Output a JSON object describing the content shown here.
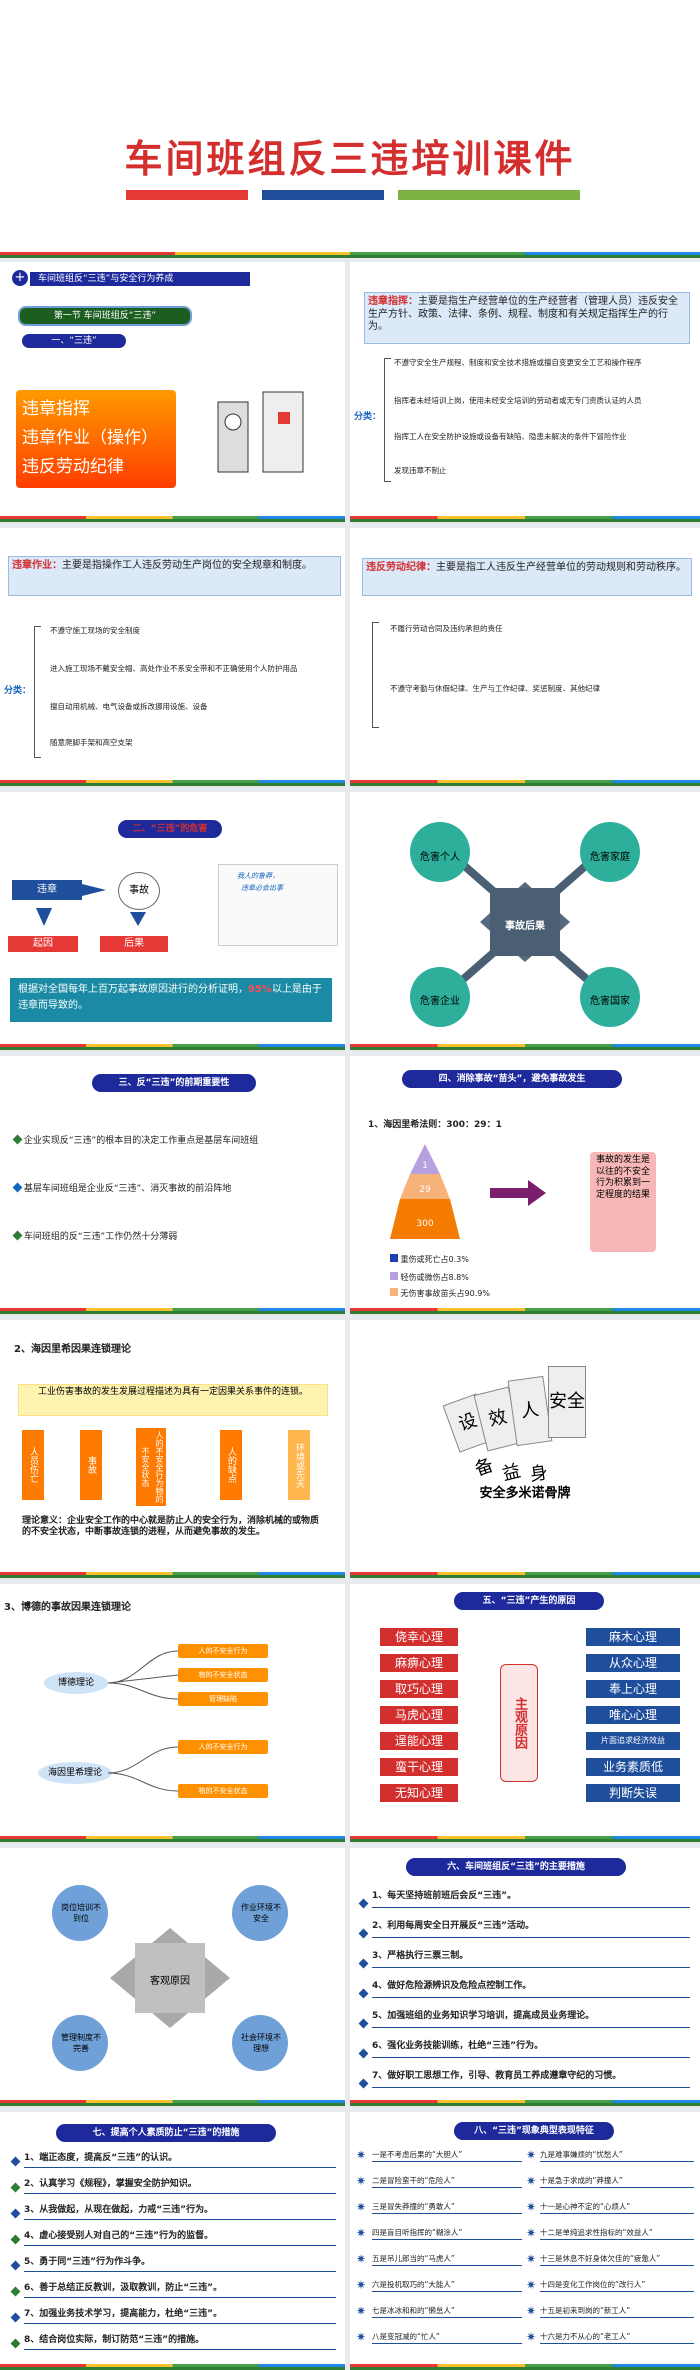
{
  "title": "车间班组反三违培训课件",
  "s2": {
    "banner": "车间班组反“三违”与安全行为养成",
    "section": "第一节  车间班组反“三违”",
    "sub": "一、“三违”",
    "items": [
      "违章指挥",
      "违章作业（操作）",
      "违反劳动纪律"
    ]
  },
  "s3": {
    "term": "违章指挥：",
    "text": "主要是指生产经营单位的生产经营者（管理人员）违反安全生产方针、政策、法律、条例、规程、制度和有关规定指挥生产的行为。",
    "cls": "分类：",
    "list": [
      "不遵守安全生产规程、制度和安全技术措施或擅自变更安全工艺和操作程序",
      "指挥者未经培训上岗，使用未经安全培训的劳动者或无专门资质认证的人员",
      "指挥工人在安全防护设施或设备有缺陷、隐患未解决的条件下冒险作业",
      "发现违章不制止"
    ]
  },
  "s4": {
    "term": "违章作业：",
    "text": "主要是指操作工人违反劳动生产岗位的安全规章和制度。",
    "cls": "分类：",
    "list": [
      "不遵守施工现场的安全制度",
      "进入施工现场不戴安全帽、高处作业不系安全带和不正确使用个人防护用品",
      "擅自动用机械、电气设备或拆改挪用设施、设备",
      "随意爬脚手架和高空支架"
    ]
  },
  "s5": {
    "term": "违反劳动纪律：",
    "text": "主要是指工人违反生产经营单位的劳动规则和劳动秩序。",
    "list": [
      "不履行劳动合同及违约承担的责任",
      "不遵守考勤与休假纪律、生产与工作纪律、奖惩制度、其他纪律"
    ]
  },
  "s6": {
    "pill": "二、“三违”的危害",
    "flow": [
      "违章",
      "事故",
      "起因",
      "后果"
    ],
    "cartoon": [
      "我人的鲁莽，",
      "违章必会出事"
    ],
    "text": "根据对全国每年上百万起事故原因进行的分析证明，",
    "pct": "95%",
    "text2": "以上是由于违章而导致的。"
  },
  "s7": {
    "center": "事故后果",
    "items": [
      "危害个人",
      "危害家庭",
      "危害企业",
      "危害国家"
    ]
  },
  "s8": {
    "pill": "三、反“三违”的前期重要性",
    "list": [
      "企业实现反“三违”的根本目的决定工作重点是基层车间班组",
      "基层车间班组是企业反“三违”、消灭事故的前沿阵地",
      "车间班组的反“三违”工作仍然十分薄弱"
    ]
  },
  "s9": {
    "pill": "四、消除事故“苗头”，避免事故发生",
    "law": "1、海因里希法则：300：29：1",
    "pyr": [
      "1",
      "29",
      "300"
    ],
    "legend": [
      "重伤或死亡占0.3%",
      "轻伤或微伤占8.8%",
      "无伤害事故苗头占90.9%"
    ],
    "box": "事故的发生是以往的不安全行为积累到一定程度的结果"
  },
  "s10": {
    "title": "2、海因里希因果连锁理论",
    "intro": "工业伤害事故的发生发展过程描述为具有一定因果关系事件的连锁。",
    "chain": [
      "人员伤亡",
      "事故",
      "人的不安全行为物的不安全状态",
      "人的缺点",
      "环境或先天"
    ],
    "note": "理论意义：企业安全工作的中心就是防止人的安全行为，消除机械的或物质的不安全状态，中断事故连锁的进程，从而避免事故的发生。"
  },
  "s11": {
    "caption": "安全多米诺骨牌",
    "tiles": [
      "设备",
      "效益",
      "人身",
      "安全"
    ]
  },
  "s12": {
    "title": "3、博德的事故因果连锁理论",
    "n1": "博德理论",
    "n2": "海因里希理论",
    "b": [
      "人的不安全行为",
      "物的不安全状态",
      "管理缺陷",
      "人的不安全行为",
      "物的不安全状态"
    ]
  },
  "s13": {
    "pill": "五、“三违”产生的原因",
    "left": [
      "侥幸心理",
      "麻痹心理",
      "取巧心理",
      "马虎心理",
      "逞能心理",
      "蛮干心理",
      "无知心理"
    ],
    "center": "主观原因",
    "right": [
      "麻木心理",
      "从众心理",
      "奉上心理",
      "唯心心理",
      "片面追求经济效益",
      "业务素质低",
      "判断失误"
    ]
  },
  "s14": {
    "center": "客观原因",
    "items": [
      "岗位培训不到位",
      "作业环境不安全",
      "管理制度不完善",
      "社会环境不理想"
    ]
  },
  "s15": {
    "pill": "六、车间班组反“三违”的主要措施",
    "list": [
      "1、每天坚持班前班后会反“三违”。",
      "2、利用每周安全日开展反“三违”活动。",
      "3、严格执行三票三制。",
      "4、做好危险源辨识及危险点控制工作。",
      "5、加强班组的业务知识学习培训，提高成员业务理论。",
      "6、强化业务技能训练，杜绝“三违”行为。",
      "7、做好职工思想工作，引导、教育员工养成遵章守纪的习惯。"
    ]
  },
  "s16": {
    "pill": "七、提高个人素质防止“三违”的措施",
    "list": [
      "1、端正态度，提高反“三违”的认识。",
      "2、认真学习《规程》，掌握安全防护知识。",
      "3、从我做起，从现在做起，力戒“三违”行为。",
      "4、虚心接受别人对自己的“三违”行为的监督。",
      "5、勇于同“三违”行为作斗争。",
      "6、善于总结正反教训，汲取教训，防止“三违”。",
      "7、加强业务技术学习，提高能力，杜绝“三违”。",
      "8、结合岗位实际，制订防范“三违”的措施。"
    ]
  },
  "s17": {
    "pill": "八、“三违”现象典型表现特征",
    "left": [
      "一是不考虑后果的“大胆人”",
      "二是冒险蛮干的“危险人”",
      "三是冒失莽撞的“勇敢人”",
      "四是盲目听指挥的“糊涂人”",
      "五是吊儿郎当的“马虎人”",
      "六是投机取巧的“大能人”",
      "七是冰冰和和的“懒怠人”",
      "八是变冠减的“忙人”"
    ],
    "right": [
      "九是难事嫌烦的“忧愁人”",
      "十是急于求成的“莽撞人”",
      "十一是心神不定的“心烦人”",
      "十二是单纯追求性指标的“效益人”",
      "十三是休息不好身体欠佳的“疲惫人”",
      "十四是变化工作岗位的“改行人”",
      "十五是初来到岗的“新工人”",
      "十六是力不从心的“老工人”"
    ]
  }
}
